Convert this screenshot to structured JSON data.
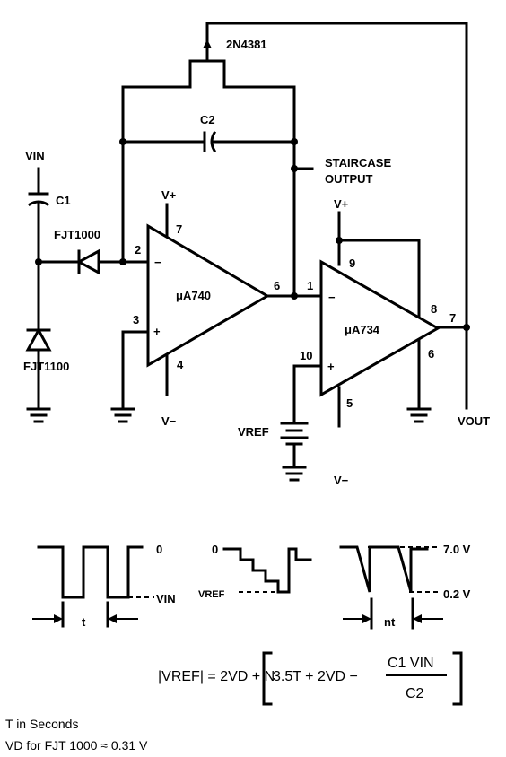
{
  "diagram": {
    "labels": {
      "transistor": "2N4381",
      "c2": "C2",
      "vin": "VIN",
      "c1": "C1",
      "diode1": "FJT1000",
      "diode2": "FJT1100",
      "staircase_line1": "STAIRCASE",
      "staircase_line2": "OUTPUT",
      "vplus1": "V+",
      "vplus2": "V+",
      "vminus1": "V−",
      "vminus2": "V−",
      "opamp1": "μA740",
      "opamp2": "μA734",
      "vref": "VREF",
      "vout": "VOUT",
      "pin_2": "2",
      "pin_3": "3",
      "pin_7a": "7",
      "pin_4": "4",
      "pin_6a": "6",
      "pin_1": "1",
      "pin_9": "9",
      "pin_10": "10",
      "pin_5": "5",
      "pin_8": "8",
      "pin_7b": "7",
      "pin_6b": "6",
      "pin_minus1": "−",
      "pin_plus1": "+",
      "pin_minus2": "−",
      "pin_plus2": "+"
    },
    "waveforms": {
      "w1_zero": "0",
      "w1_vin": "VIN",
      "w1_t": "t",
      "w2_zero": "0",
      "w2_vref": "VREF",
      "w3_top": "7.0 V",
      "w3_bottom": "0.2 V",
      "w3_nt": "nt"
    },
    "equation": {
      "lhs": "|VREF| = 2VD + N",
      "bracket_left": "3.5T + 2VD −",
      "numerator": "C1 VIN",
      "denominator": "C2"
    },
    "notes": {
      "line1": "T in Seconds",
      "line2": "VD for FJT 1000 ≈ 0.31 V"
    }
  }
}
